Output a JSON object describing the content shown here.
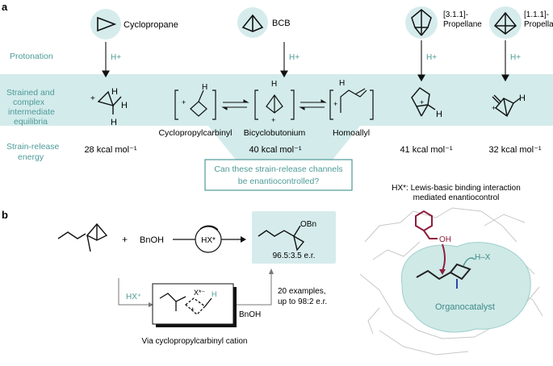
{
  "panel_a": {
    "label": "a",
    "row_labels": {
      "protonation": "Protonation",
      "equilibria_1": "Strained and",
      "equilibria_2": "complex",
      "equilibria_3": "intermediate",
      "equilibria_4": "equilibria",
      "strain_1": "Strain-release",
      "strain_2": "energy"
    },
    "substrates": {
      "cyclopropane": "Cyclopropane",
      "bcb": "BCB",
      "p311_1": "[3.1.1]-",
      "p311_2": "Propellane",
      "p111_1": "[1.1.1]-",
      "p111_2": "Propellane"
    },
    "reagent": "H+",
    "proton_h": "H",
    "intermediates": {
      "cyclopropylcarbinyl": "Cyclopropylcarbinyl",
      "bicyclobutonium": "Bicyclobutonium",
      "homoallyl": "Homoallyl"
    },
    "energies": {
      "cyclopropane": "28 kcal mol⁻¹",
      "bcb": "40 kcal mol⁻¹",
      "p311": "41 kcal mol⁻¹",
      "p111": "32 kcal mol⁻¹"
    },
    "question_1": "Can these strain-release channels",
    "question_2": "be enantiocontrolled?"
  },
  "panel_b": {
    "label": "b",
    "plus": "+",
    "bnoh": "BnOH",
    "catalyst": "HX*",
    "product_obn": "OBn",
    "er": "96.5:3.5 e.r.",
    "scope_1": "20 examples,",
    "scope_2": "up to 98:2 e.r.",
    "hx_label": "HX⁺",
    "bnoh_step": "BnOH",
    "anion": "X*⁻",
    "via": "Via cyclopropylcarbinyl cation",
    "binding_1": "HX*: Lewis-basic binding interaction",
    "binding_2": "mediated enantiocontrol",
    "oh": "OH",
    "hx_bond": "H–X",
    "organocatalyst": "Organocatalyst"
  },
  "colors": {
    "teal_band": "#d3ebeb",
    "teal_text": "#4e9a98",
    "circle_fill": "#d6ecec",
    "maroon": "#8e1e3c"
  }
}
